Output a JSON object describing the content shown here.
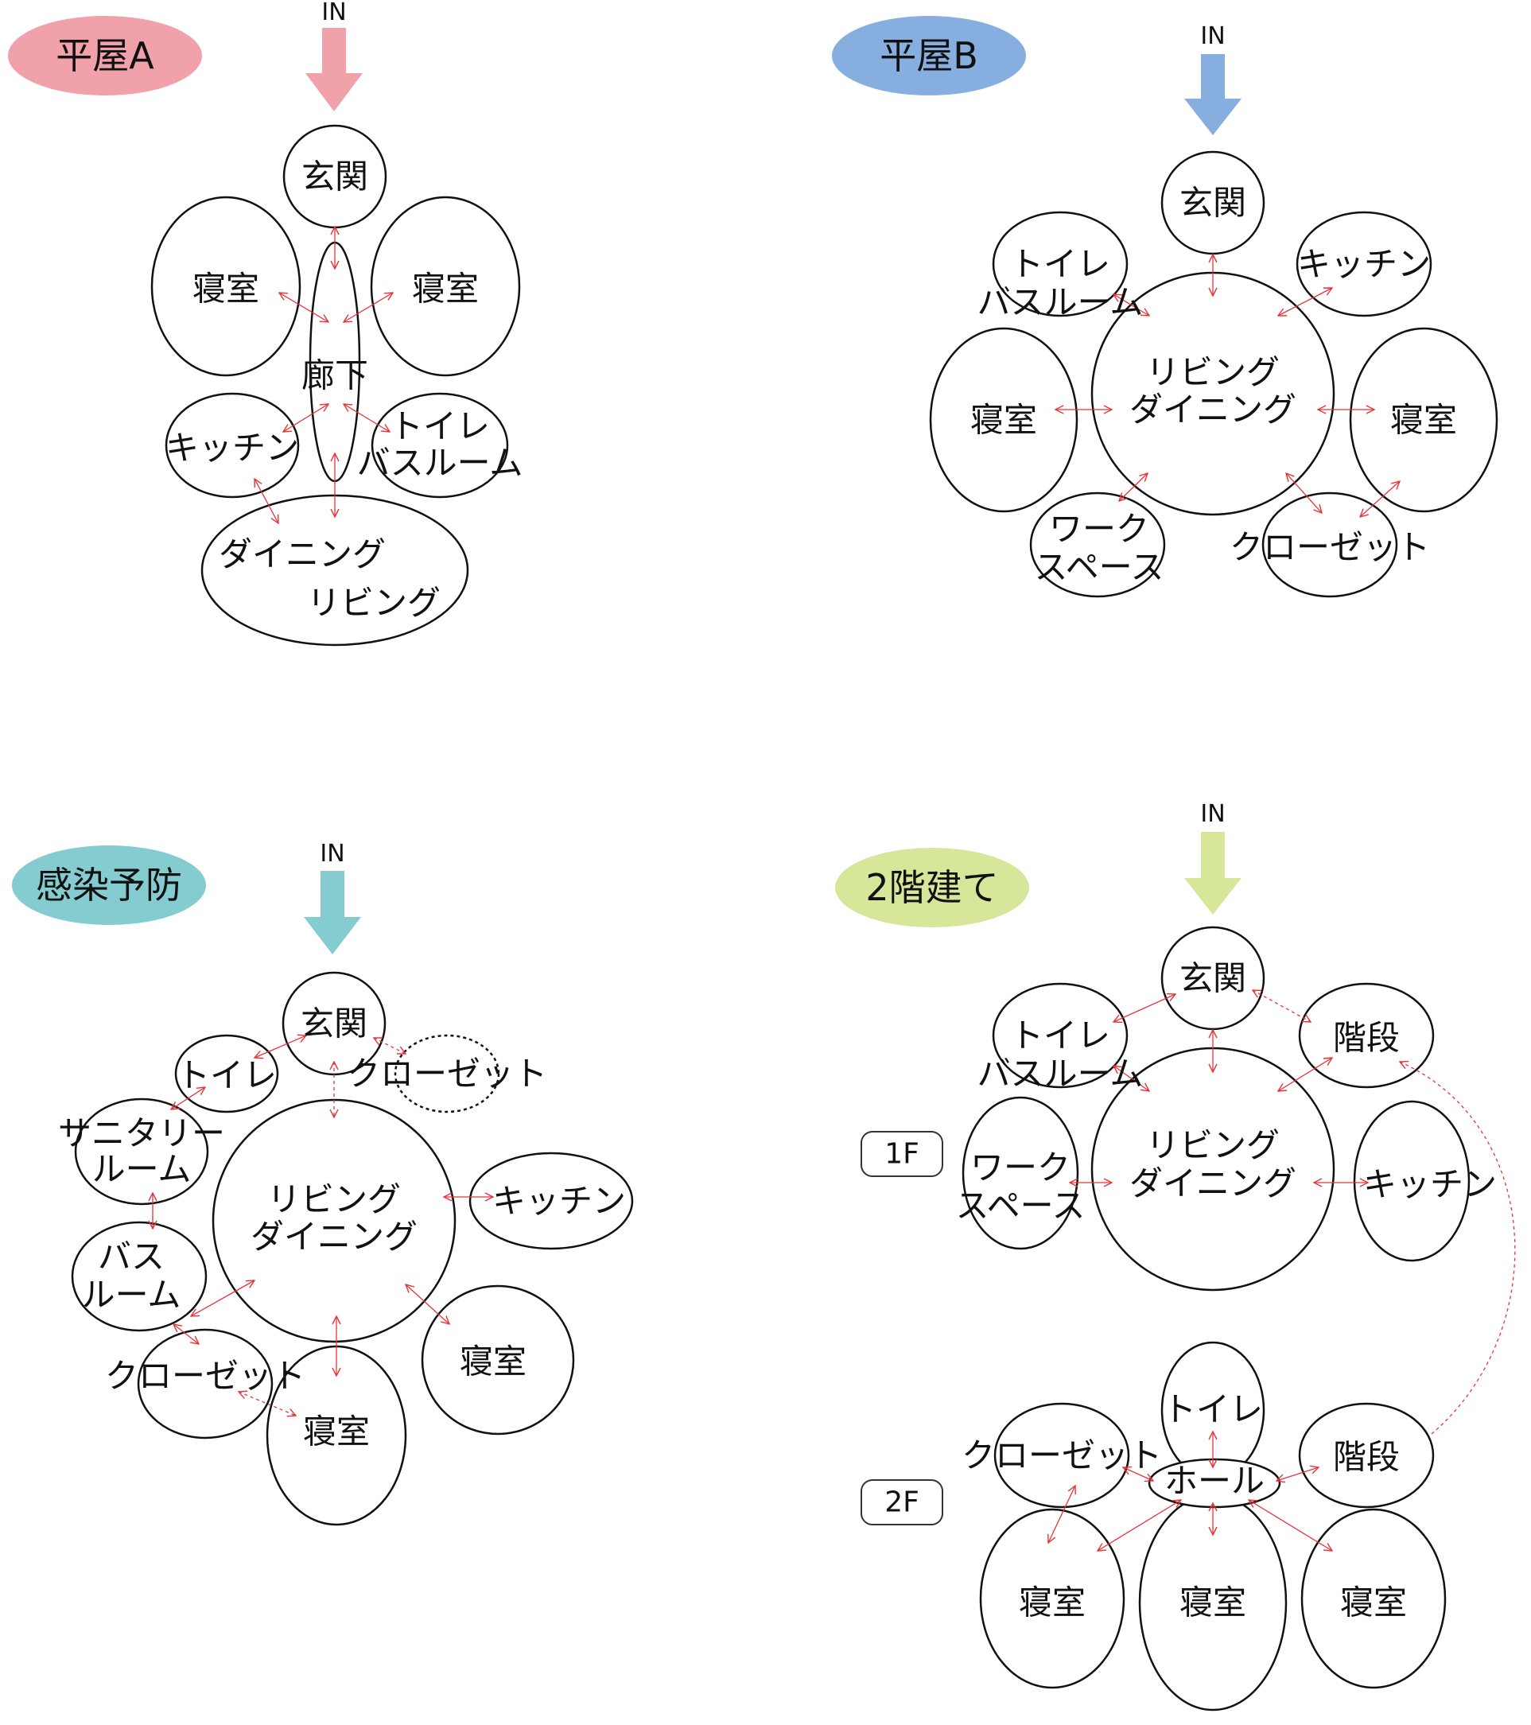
{
  "colors": {
    "flat_a": "#f0a1aa",
    "flat_b": "#86aedf",
    "infection": "#84ccd0",
    "two_story": "#d7e79a",
    "connector": "#e8333a",
    "outline": "#111111"
  },
  "in_label": "IN",
  "diagrams": {
    "flat_a": {
      "title": "平屋A",
      "rooms": {
        "entrance": "玄関",
        "bedroom_left": "寝室",
        "bedroom_right": "寝室",
        "corridor": "廊下",
        "kitchen": "キッチン",
        "toilet_bath": [
          "トイレ",
          "バスルーム"
        ],
        "dining_living": [
          "ダイニング",
          "リビング"
        ]
      }
    },
    "flat_b": {
      "title": "平屋B",
      "rooms": {
        "entrance": "玄関",
        "toilet_bath": [
          "トイレ",
          "バスルーム"
        ],
        "kitchen": "キッチン",
        "living_dining": [
          "リビング",
          "ダイニング"
        ],
        "bedroom_left": "寝室",
        "bedroom_right": "寝室",
        "workspace": [
          "ワーク",
          "スペース"
        ],
        "closet": "クローゼット"
      }
    },
    "infection": {
      "title": "感染予防",
      "rooms": {
        "entrance": "玄関",
        "toilet": "トイレ",
        "closet_top": "クローゼット",
        "sanitary": [
          "サニタリー",
          "ルーム"
        ],
        "living_dining": [
          "リビング",
          "ダイニング"
        ],
        "kitchen": "キッチン",
        "bathroom": [
          "バス",
          "ルーム"
        ],
        "closet_bottom": "クローゼット",
        "bedroom_bottom": "寝室",
        "bedroom_right": "寝室"
      }
    },
    "two_story": {
      "title": "2階建て",
      "floor1_label": "1F",
      "floor2_label": "2F",
      "floor1": {
        "entrance": "玄関",
        "toilet_bath": [
          "トイレ",
          "バスルーム"
        ],
        "stairs": "階段",
        "living_dining": [
          "リビング",
          "ダイニング"
        ],
        "workspace": [
          "ワーク",
          "スペース"
        ],
        "kitchen": "キッチン"
      },
      "floor2": {
        "toilet": "トイレ",
        "closet": "クローゼット",
        "hall": "ホール",
        "stairs": "階段",
        "bedroom_left": "寝室",
        "bedroom_center": "寝室",
        "bedroom_right": "寝室"
      }
    }
  }
}
